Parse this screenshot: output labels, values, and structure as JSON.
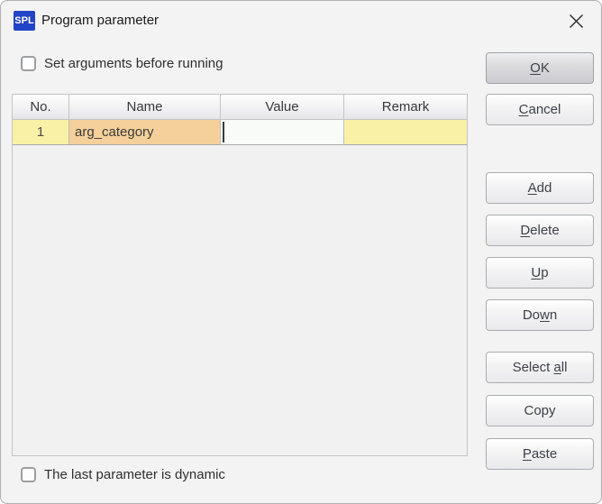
{
  "window": {
    "title": "Program parameter"
  },
  "icons": {
    "app_label": "SPL",
    "close": "x-close"
  },
  "checkboxes": {
    "top": {
      "label": "Set arguments before running",
      "checked": false
    },
    "bottom": {
      "label": "The last parameter is dynamic",
      "checked": false
    }
  },
  "table": {
    "columns": [
      "No.",
      "Name",
      "Value",
      "Remark"
    ],
    "rows": [
      {
        "no": "1",
        "name": "arg_category",
        "value": "",
        "remark": ""
      }
    ],
    "selected_row": 1,
    "editing_column": "Value"
  },
  "buttons": [
    {
      "id": "ok",
      "pre": "",
      "mn": "O",
      "post": "K"
    },
    {
      "id": "cancel",
      "pre": "",
      "mn": "C",
      "post": "ancel"
    },
    {
      "id": "add",
      "pre": "",
      "mn": "A",
      "post": "dd"
    },
    {
      "id": "delete",
      "pre": "",
      "mn": "D",
      "post": "elete"
    },
    {
      "id": "up",
      "pre": "",
      "mn": "U",
      "post": "p"
    },
    {
      "id": "down",
      "pre": "Do",
      "mn": "w",
      "post": "n"
    },
    {
      "id": "select-all",
      "pre": "Select ",
      "mn": "a",
      "post": "ll"
    },
    {
      "id": "copy",
      "pre": "Copy",
      "mn": "",
      "post": ""
    },
    {
      "id": "paste",
      "pre": "",
      "mn": "P",
      "post": "aste"
    }
  ],
  "colors": {
    "app_icon_blue": "#2244C7",
    "row_number_yellow": "#F9F1A6",
    "selected_cell_orange": "#F5D09A",
    "edit_cell_white": "#F9FBF9",
    "dialog_background": "#F3F3F3",
    "button_text": "#3B4148"
  }
}
